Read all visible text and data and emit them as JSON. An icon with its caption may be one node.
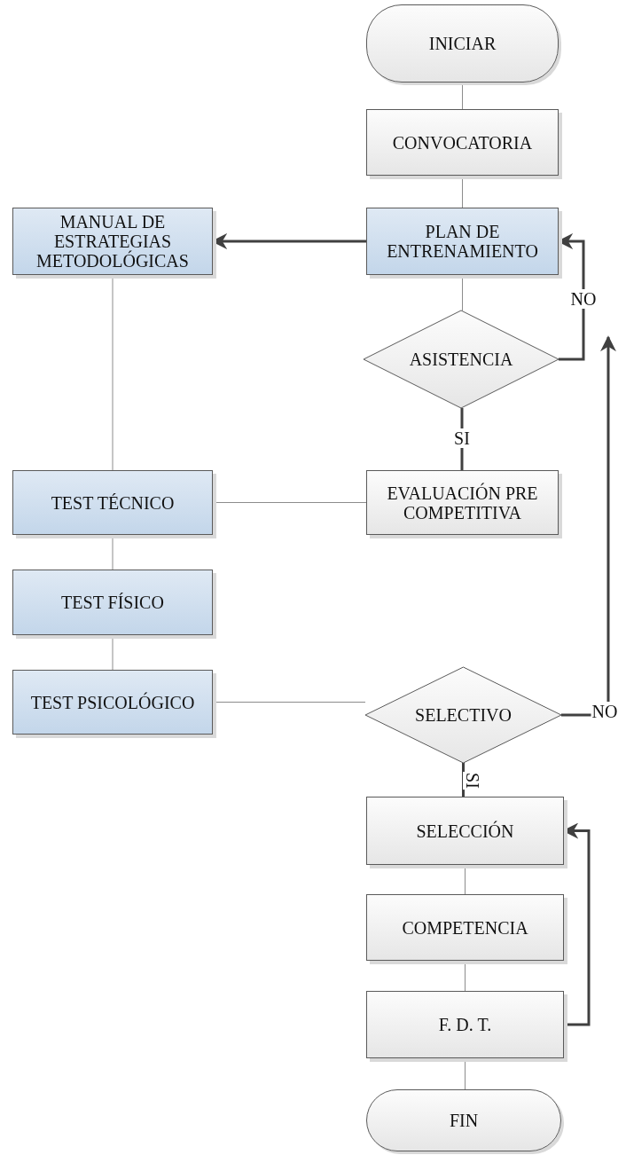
{
  "diagram": {
    "nodes": [
      {
        "text": [
          "INICIAR"
        ]
      },
      {
        "text": [
          "CONVOCATORIA"
        ]
      },
      {
        "text": [
          "MANUAL DE ESTRATEGIAS METODOLÓGICAS"
        ]
      },
      {
        "text": [
          "PLAN DE ENTRENAMIENTO"
        ]
      },
      {
        "text": [
          "ASISTENCIA"
        ]
      },
      {
        "text": [
          "TEST TÉCNICO"
        ]
      },
      {
        "text": [
          "EVALUACIÓN PRE COMPETITIVA"
        ]
      },
      {
        "text": [
          "TEST FÍSICO"
        ]
      },
      {
        "text": [
          "TEST PSICOLÓGICO"
        ]
      },
      {
        "text": [
          "SELECTIVO"
        ]
      },
      {
        "text": [
          "SELECCIÓN"
        ]
      },
      {
        "text": [
          "COMPETENCIA"
        ]
      },
      {
        "text": [
          "F. D. T."
        ]
      },
      {
        "text": [
          "FIN"
        ]
      }
    ],
    "edges": [
      {
        "from": 0,
        "to": 1,
        "arrow": "none"
      },
      {
        "from": 1,
        "to": 3,
        "arrow": "none"
      },
      {
        "from": 3,
        "to": 2,
        "arrow": "to",
        "style": "thick",
        "color": "#404040"
      },
      {
        "from": 3,
        "to": 4,
        "arrow": "none"
      },
      {
        "from": 4,
        "to": 3,
        "arrow": "to",
        "label": "NO",
        "style": "thick",
        "color": "#404040"
      },
      {
        "from": 4,
        "to": 6,
        "arrow": "none",
        "label": "SI",
        "style": "thick",
        "color": "#404040"
      },
      {
        "from": 6,
        "to": 5,
        "arrow": "none"
      },
      {
        "from": 2,
        "to": 5,
        "arrow": "none"
      },
      {
        "from": 5,
        "to": 7,
        "arrow": "none"
      },
      {
        "from": 7,
        "to": 8,
        "arrow": "none"
      },
      {
        "from": 8,
        "to": 9,
        "arrow": "none"
      },
      {
        "from": 9,
        "to": null,
        "arrow": "to",
        "label": "NO",
        "style": "thick",
        "color": "#404040"
      },
      {
        "from": 9,
        "to": 10,
        "arrow": "none",
        "label": "SI",
        "style": "thick",
        "color": "#404040"
      },
      {
        "from": 10,
        "to": 11,
        "arrow": "none"
      },
      {
        "from": 11,
        "to": 12,
        "arrow": "none"
      },
      {
        "from": 12,
        "to": 10,
        "arrow": "to",
        "style": "thick",
        "color": "#404040"
      },
      {
        "from": 12,
        "to": 13,
        "arrow": "none"
      }
    ]
  }
}
